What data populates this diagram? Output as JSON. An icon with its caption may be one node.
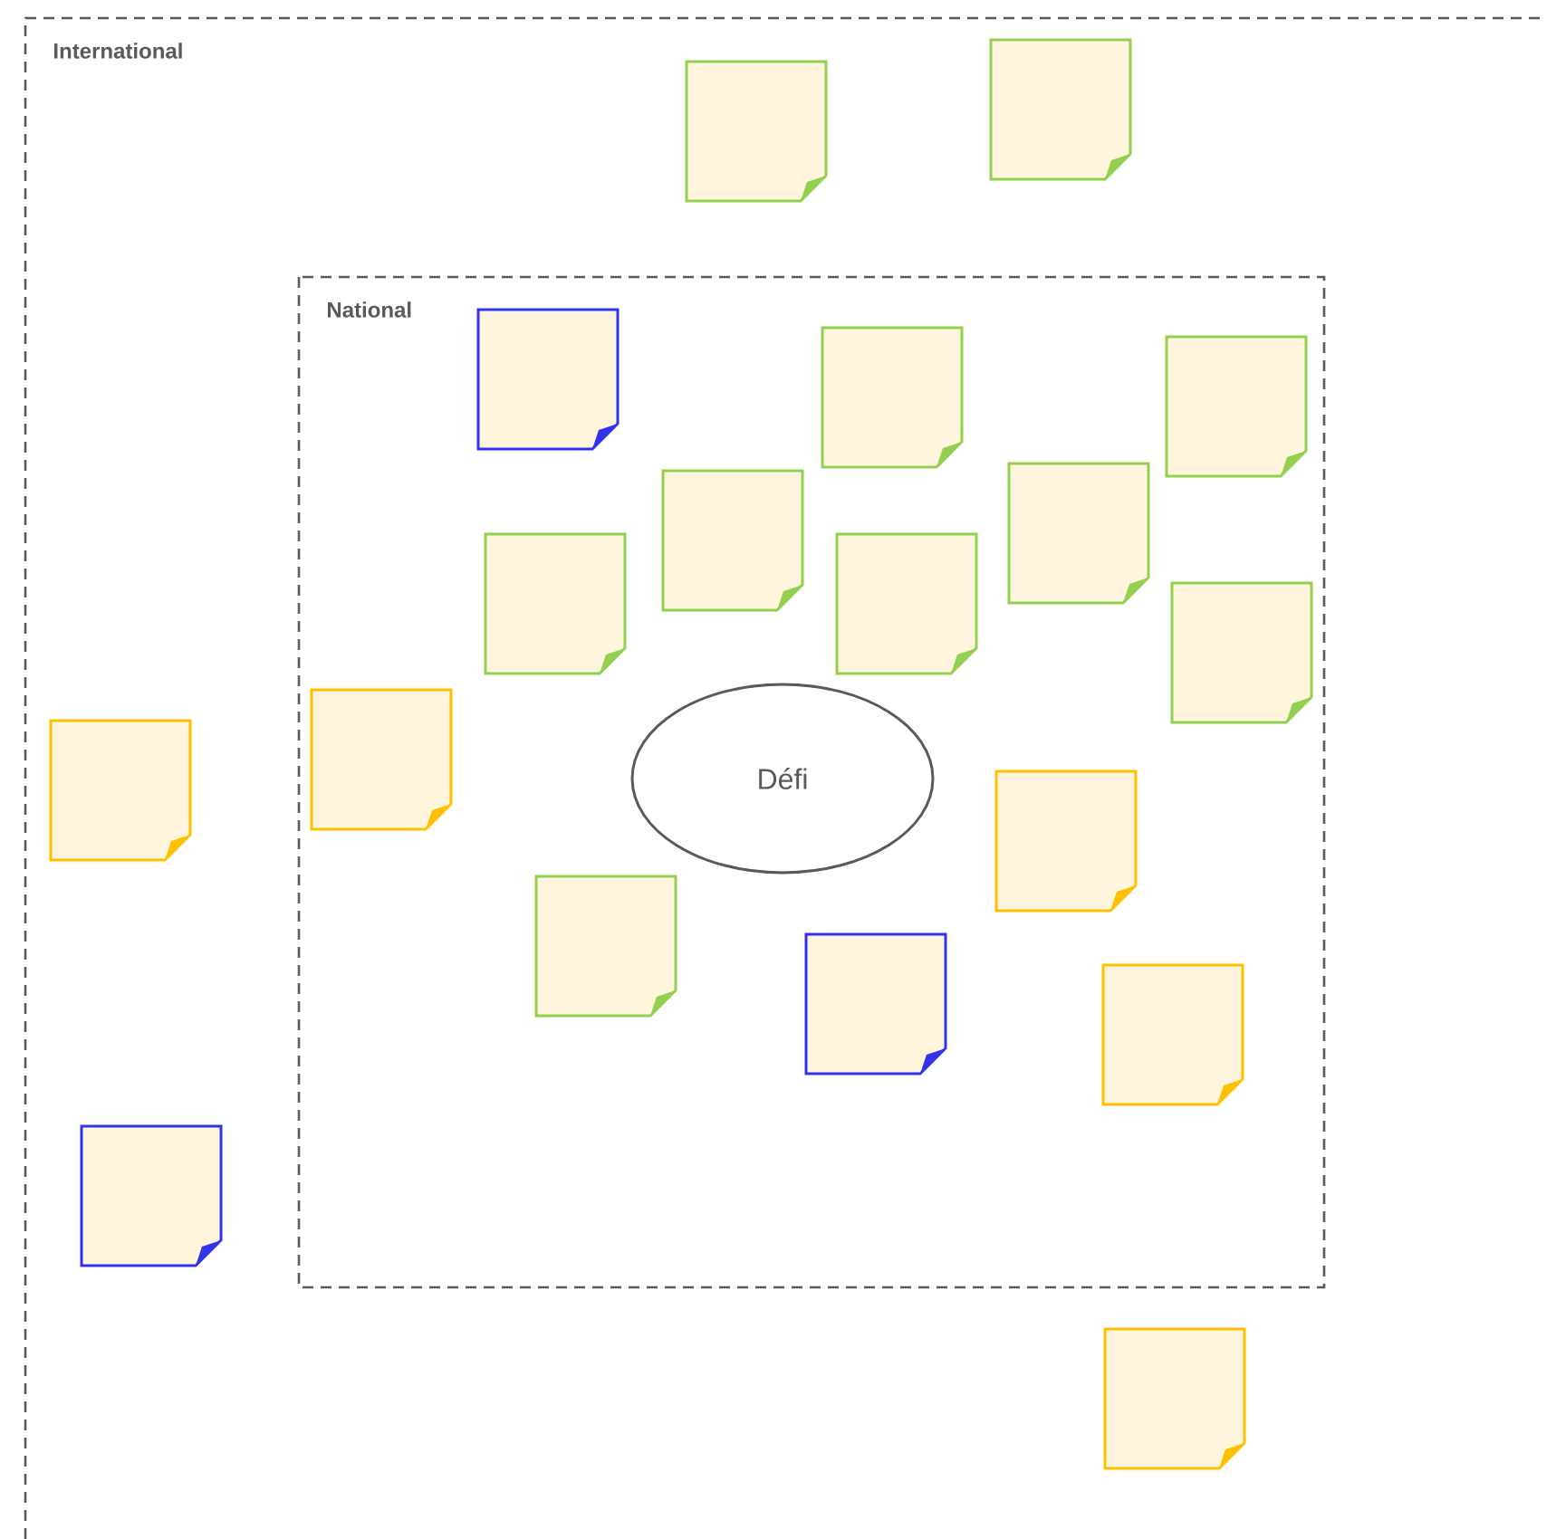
{
  "diagram": {
    "nodes": [
      {
        "text": [
          "International"
        ]
      },
      {
        "text": [
          "National"
        ],
        "in": 0
      },
      {
        "text": [
          "Défi"
        ],
        "in": 1
      },
      {
        "text": [],
        "shape": "box",
        "in": 0
      },
      {
        "text": [],
        "shape": "box",
        "in": 0
      },
      {
        "text": [],
        "shape": "box",
        "in": 1
      },
      {
        "text": [],
        "shape": "box",
        "in": 1
      },
      {
        "text": [],
        "shape": "box",
        "in": 1
      },
      {
        "text": [],
        "shape": "box",
        "in": 1
      },
      {
        "text": [],
        "shape": "box",
        "in": 1
      },
      {
        "text": [],
        "shape": "box",
        "in": 1
      },
      {
        "text": [],
        "shape": "box",
        "in": 1
      },
      {
        "text": [],
        "shape": "box",
        "in": 1
      },
      {
        "text": [],
        "shape": "box",
        "in": 0
      },
      {
        "text": [],
        "shape": "box",
        "in": 1
      },
      {
        "text": [],
        "shape": "box",
        "in": 1
      },
      {
        "text": [],
        "shape": "box",
        "in": 1
      },
      {
        "text": [],
        "shape": "box",
        "in": 1
      },
      {
        "text": [],
        "shape": "box",
        "in": 1
      },
      {
        "text": [],
        "shape": "box",
        "in": 0
      },
      {
        "text": [],
        "shape": "box",
        "in": 0
      }
    ]
  }
}
